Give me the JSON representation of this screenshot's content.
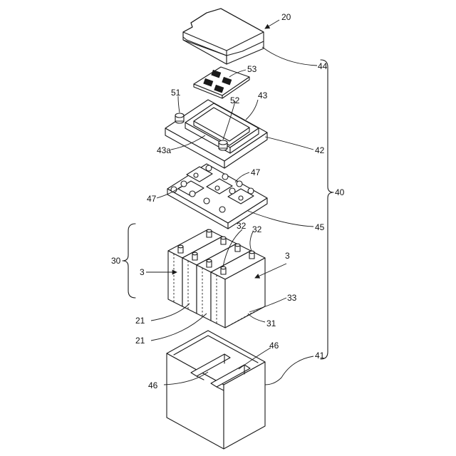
{
  "figure": {
    "labels": {
      "assembly": "20",
      "cover_top": "44",
      "chips": "53",
      "terminal_left": "51",
      "terminal_right": "52",
      "lid_recess": "43",
      "lid_recess_corner": "43a",
      "lid_plate": "42",
      "busbar_right": "47",
      "busbar_left": "47",
      "busbar_plate": "45",
      "battery_pack": "40",
      "cell_group": "30",
      "cell_left": "3",
      "cell_right": "3",
      "cell_terminal_a": "32",
      "cell_terminal_b": "32",
      "cell_dashed": "33",
      "cell_body": "31",
      "spacer_a": "21",
      "spacer_b": "21",
      "partition_right": "46",
      "partition_left": "46",
      "case": "41"
    }
  }
}
